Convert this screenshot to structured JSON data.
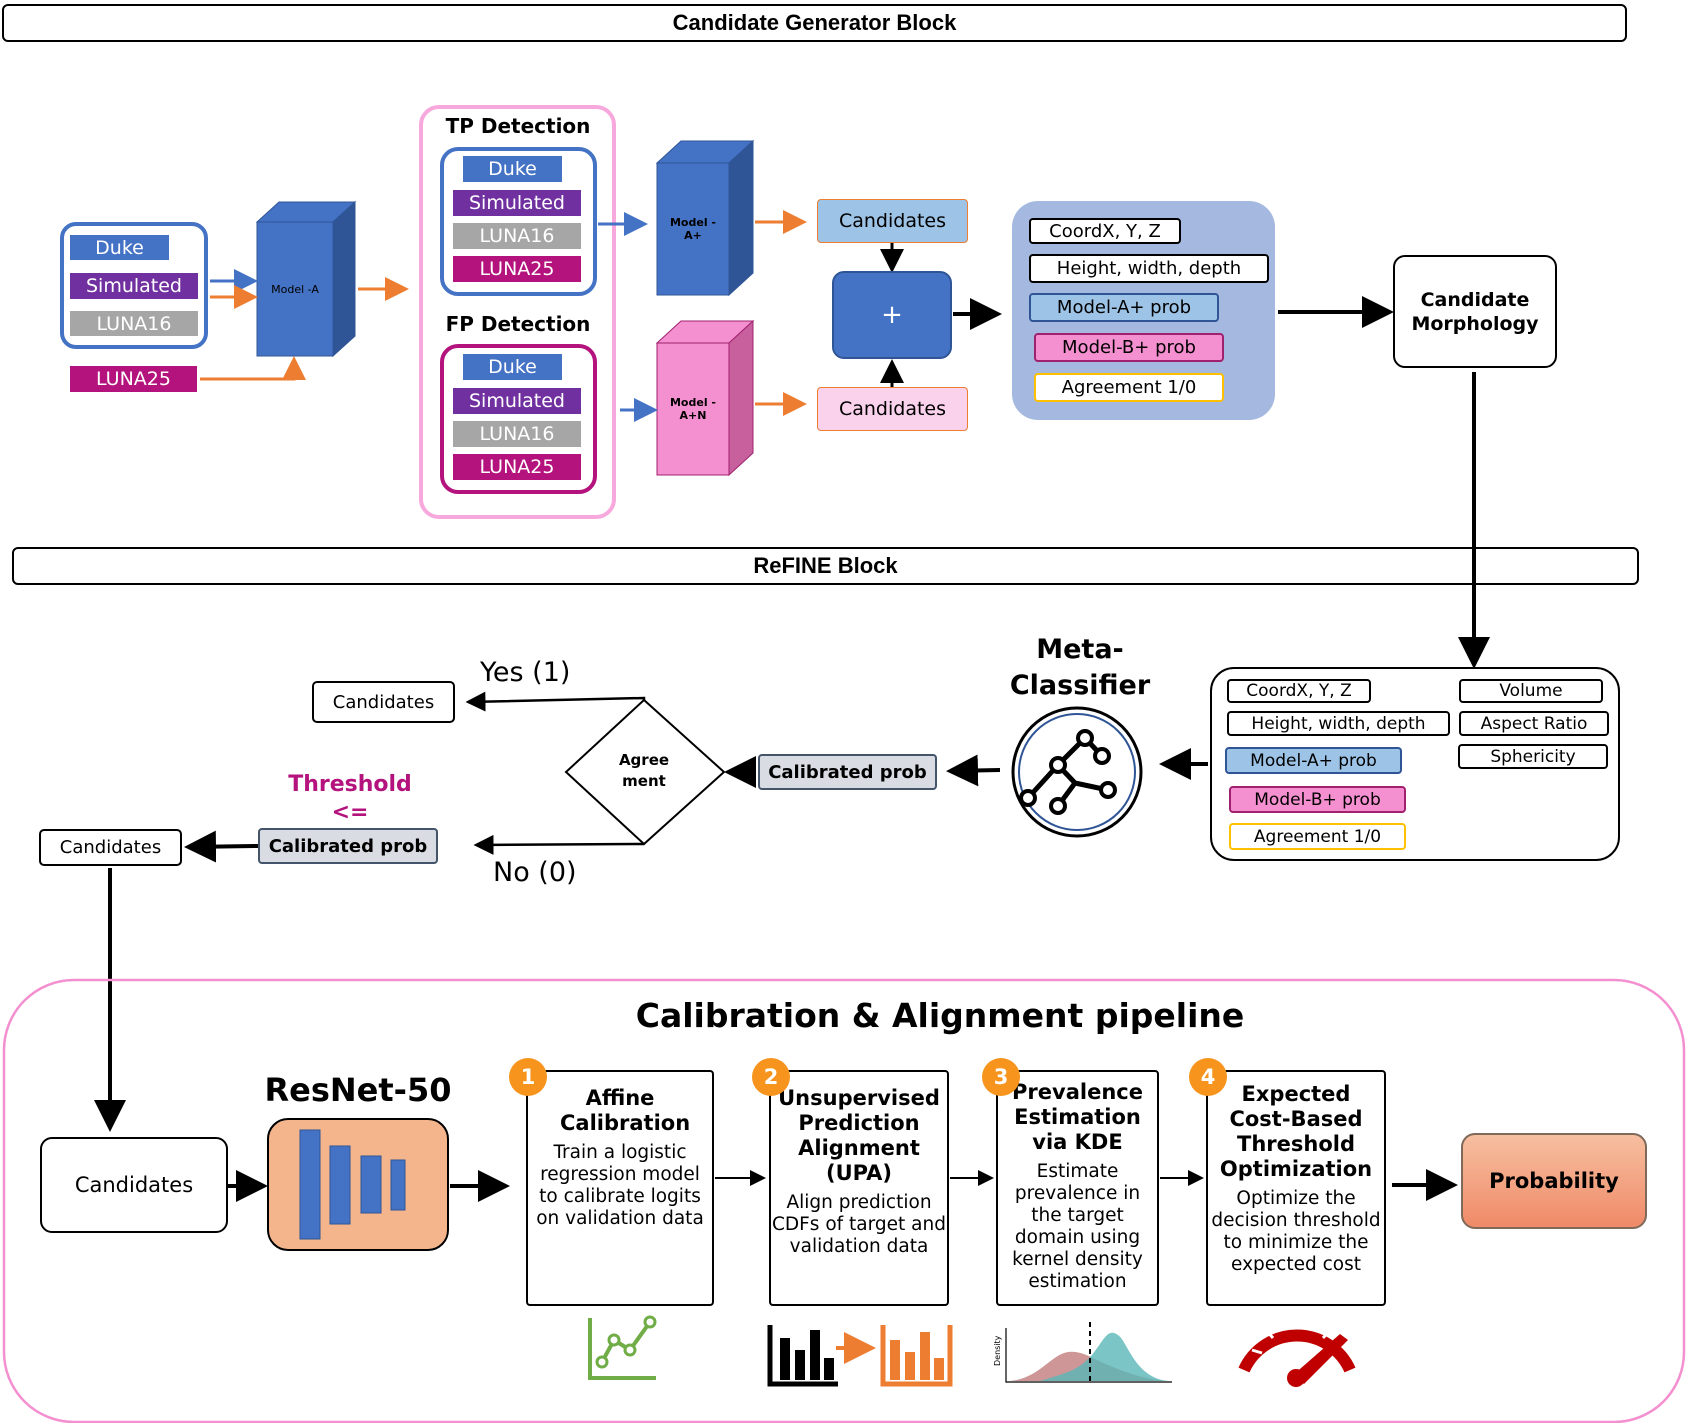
{
  "banners": {
    "generator": "Candidate Generator Block",
    "refine": "ReFINE Block"
  },
  "input_chips": {
    "duke": "Duke",
    "simulated": "Simulated",
    "luna16": "LUNA16",
    "luna25": "LUNA25"
  },
  "models": {
    "model_a": "Model -A",
    "model_a_plus": "Model -A+",
    "model_a_n": "Model -A+N"
  },
  "tp_detection": {
    "title": "TP Detection",
    "chips": [
      "Duke",
      "Simulated",
      "LUNA16",
      "LUNA25"
    ]
  },
  "fp_detection": {
    "title": "FP Detection",
    "chips": [
      "Duke",
      "Simulated",
      "LUNA16",
      "LUNA25"
    ]
  },
  "candidates_label": "Candidates",
  "merge_symbol": "+",
  "features_top": [
    "CoordX, Y, Z",
    "Height, width, depth",
    "Model-A+ prob",
    "Model-B+ prob",
    "Agreement 1/0"
  ],
  "candidate_morphology": "Candidate Morphology",
  "features_refine": {
    "left": [
      "CoordX, Y, Z",
      "Height, width, depth",
      "Model-A+ prob",
      "Model-B+ prob",
      "Agreement 1/0"
    ],
    "right": [
      "Volume",
      "Aspect Ratio",
      "Sphericity"
    ]
  },
  "meta_classifier": "Meta-Classifier",
  "calibrated_prob": "Calibrated prob",
  "agreement_diamond": "Agreement",
  "yes_label": "Yes (1)",
  "no_label": "No (0)",
  "threshold": {
    "line1": "Threshold",
    "line2": "<="
  },
  "pipeline": {
    "title": "Calibration & Alignment pipeline",
    "resnet": "ResNet-50",
    "candidates": "Candidates",
    "output": "Probability",
    "steps": [
      {
        "num": "1",
        "title": "Affine Calibration",
        "desc": "Train a logistic regression model to calibrate logits on validation data"
      },
      {
        "num": "2",
        "title": "Unsupervised Prediction Alignment (UPA)",
        "desc": "Align prediction CDFs of target and validation data"
      },
      {
        "num": "3",
        "title": "Prevalence Estimation via KDE",
        "desc": "Estimate prevalence in the target domain using kernel density estimation"
      },
      {
        "num": "4",
        "title": "Expected Cost-Based Threshold Optimization",
        "desc": "Optimize the decision threshold to minimize the expected cost"
      }
    ],
    "kde_axis_label": "Density"
  },
  "colors": {
    "blue": "#4472C4",
    "purple": "#7030A0",
    "gray": "#A6A6A6",
    "magenta": "#B4127C",
    "orange_arrow": "#ED7D31",
    "pink_panel": "#F7A8DC",
    "light_blue_panel": "#A4B8E0",
    "badge_orange": "#F7941D",
    "probability": "#F4A582"
  }
}
